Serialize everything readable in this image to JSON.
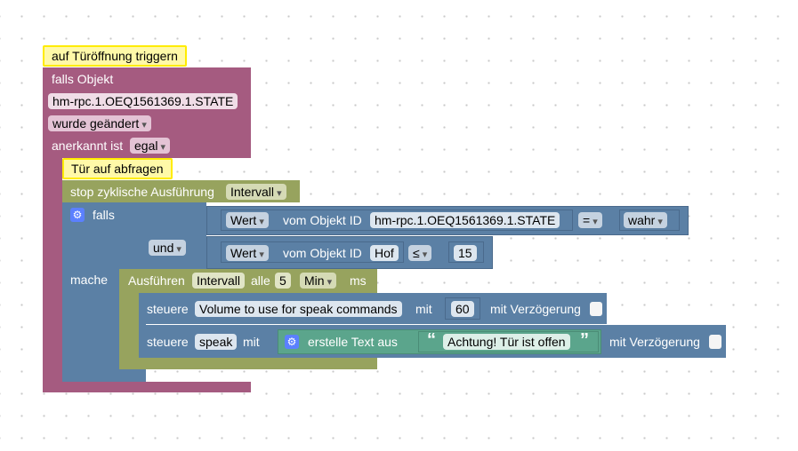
{
  "trigger": {
    "comment": "auf Türöffnung triggern",
    "header": "falls Objekt",
    "object_id": "hm-rpc.1.OEQ1561369.1.STATE",
    "change_mode": "wurde geändert",
    "ack_label": "anerkannt ist",
    "ack_value": "egal"
  },
  "inner": {
    "comment": "Tür auf abfragen",
    "stop_label": "stop zyklische Ausführung",
    "stop_value": "Intervall"
  },
  "if_block": {
    "icon": "gear-icon",
    "falls_label": "falls",
    "and_label": "und",
    "mache_label": "mache",
    "cond1": {
      "prop": "Wert",
      "text": "vom Objekt ID",
      "object_id": "hm-rpc.1.OEQ1561369.1.STATE",
      "operator": "=",
      "value": "wahr"
    },
    "cond2": {
      "prop": "Wert",
      "text": "vom Objekt ID",
      "object_id": "Hof",
      "operator": "≤",
      "value": "15"
    }
  },
  "interval": {
    "label": "Ausführen",
    "name": "Intervall",
    "every": "alle",
    "amount": "5",
    "unit": "Min",
    "ms": "ms"
  },
  "control1": {
    "label": "steuere",
    "target": "Volume to use for speak commands",
    "with": "mit",
    "value": "60",
    "delay_label": "mit Verzögerung"
  },
  "control2": {
    "label": "steuere",
    "target": "speak",
    "with": "mit",
    "create_text_icon": "gear-icon",
    "create_text_label": "erstelle Text aus",
    "quote_open": "“",
    "text_value": "Achtung! Tür ist offen",
    "quote_close": "”",
    "delay_label": "mit Verzögerung"
  }
}
